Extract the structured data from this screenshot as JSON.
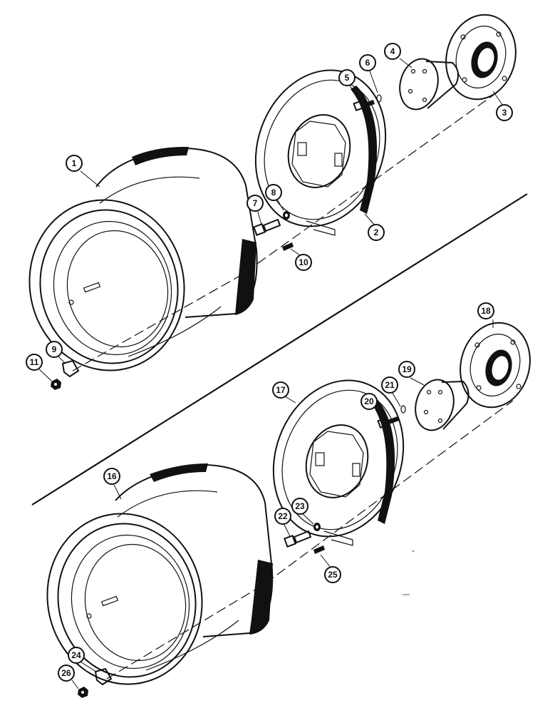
{
  "diagram": {
    "callouts": {
      "c1": "1",
      "c2": "2",
      "c3": "3",
      "c4": "4",
      "c5": "5",
      "c6": "6",
      "c7": "7",
      "c8": "8",
      "c9": "9",
      "c10": "10",
      "c11": "11",
      "c16": "16",
      "c17": "17",
      "c18": "18",
      "c19": "19",
      "c20": "20",
      "c21": "21",
      "c22": "22",
      "c23": "23",
      "c24": "24",
      "c25": "25",
      "c26": "26"
    },
    "ink_color": "#111111",
    "paper_color": "#ffffff"
  }
}
